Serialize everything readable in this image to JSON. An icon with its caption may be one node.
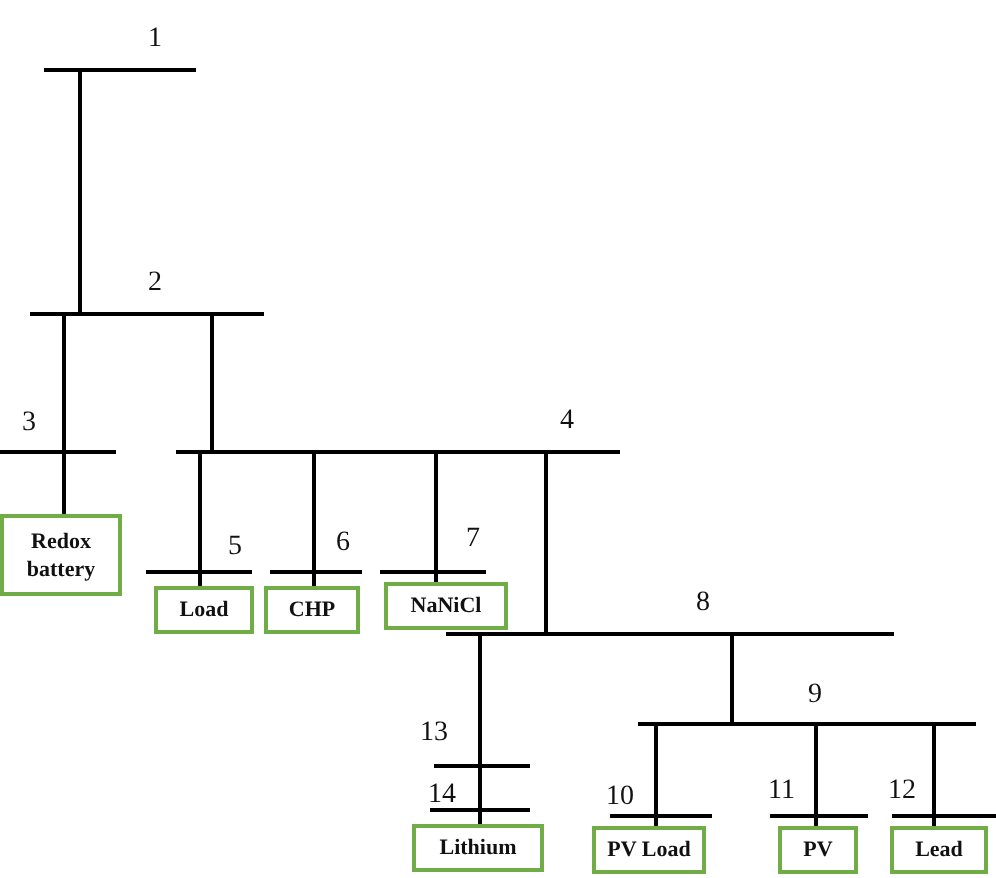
{
  "diagram": {
    "nodes": [
      {
        "text": [],
        "shape": "bar",
        "beside": [
          "1"
        ]
      },
      {
        "text": [],
        "shape": "bar",
        "beside": [
          "2"
        ]
      },
      {
        "text": [],
        "shape": "bar",
        "beside": [
          "3"
        ]
      },
      {
        "text": [
          "Redox battery"
        ]
      },
      {
        "text": [],
        "shape": "bar",
        "beside": [
          "4"
        ]
      },
      {
        "text": [],
        "shape": "bar",
        "beside": [
          "5"
        ]
      },
      {
        "text": [],
        "shape": "bar",
        "beside": [
          "6"
        ]
      },
      {
        "text": [],
        "shape": "bar",
        "beside": [
          "7"
        ]
      },
      {
        "text": [
          "Load"
        ]
      },
      {
        "text": [
          "CHP"
        ]
      },
      {
        "text": [
          "NaNiCl"
        ]
      },
      {
        "text": [],
        "shape": "bar",
        "beside": [
          "8"
        ]
      },
      {
        "text": [],
        "shape": "bar",
        "beside": [
          "9"
        ]
      },
      {
        "text": [],
        "shape": "bar",
        "beside": [
          "13"
        ]
      },
      {
        "text": [],
        "shape": "bar",
        "beside": [
          "14"
        ]
      },
      {
        "text": [],
        "shape": "bar",
        "beside": [
          "10"
        ]
      },
      {
        "text": [],
        "shape": "bar",
        "beside": [
          "11"
        ]
      },
      {
        "text": [],
        "shape": "bar",
        "beside": [
          "12"
        ]
      },
      {
        "text": [
          "Lithium"
        ]
      },
      {
        "text": [
          "PV Load"
        ]
      },
      {
        "text": [
          "PV"
        ]
      },
      {
        "text": [
          "Lead"
        ]
      }
    ],
    "edges": [
      {
        "from": 0,
        "to": 1,
        "arrow": "none"
      },
      {
        "from": 1,
        "to": 2,
        "arrow": "none"
      },
      {
        "from": 2,
        "to": 3,
        "arrow": "none"
      },
      {
        "from": 1,
        "to": 4,
        "arrow": "none"
      },
      {
        "from": 4,
        "to": 5,
        "arrow": "none"
      },
      {
        "from": 5,
        "to": 8,
        "arrow": "none"
      },
      {
        "from": 4,
        "to": 6,
        "arrow": "none"
      },
      {
        "from": 6,
        "to": 9,
        "arrow": "none"
      },
      {
        "from": 4,
        "to": 7,
        "arrow": "none"
      },
      {
        "from": 7,
        "to": 10,
        "arrow": "none"
      },
      {
        "from": 4,
        "to": 11,
        "arrow": "none"
      },
      {
        "from": 11,
        "to": 13,
        "arrow": "none"
      },
      {
        "from": 13,
        "to": 14,
        "arrow": "none"
      },
      {
        "from": 14,
        "to": 18,
        "arrow": "none"
      },
      {
        "from": 11,
        "to": 12,
        "arrow": "none"
      },
      {
        "from": 12,
        "to": 15,
        "arrow": "none"
      },
      {
        "from": 15,
        "to": 19,
        "arrow": "none"
      },
      {
        "from": 12,
        "to": 16,
        "arrow": "none"
      },
      {
        "from": 16,
        "to": 20,
        "arrow": "none"
      },
      {
        "from": 12,
        "to": 17,
        "arrow": "none"
      },
      {
        "from": 17,
        "to": 21,
        "arrow": "none"
      }
    ]
  }
}
